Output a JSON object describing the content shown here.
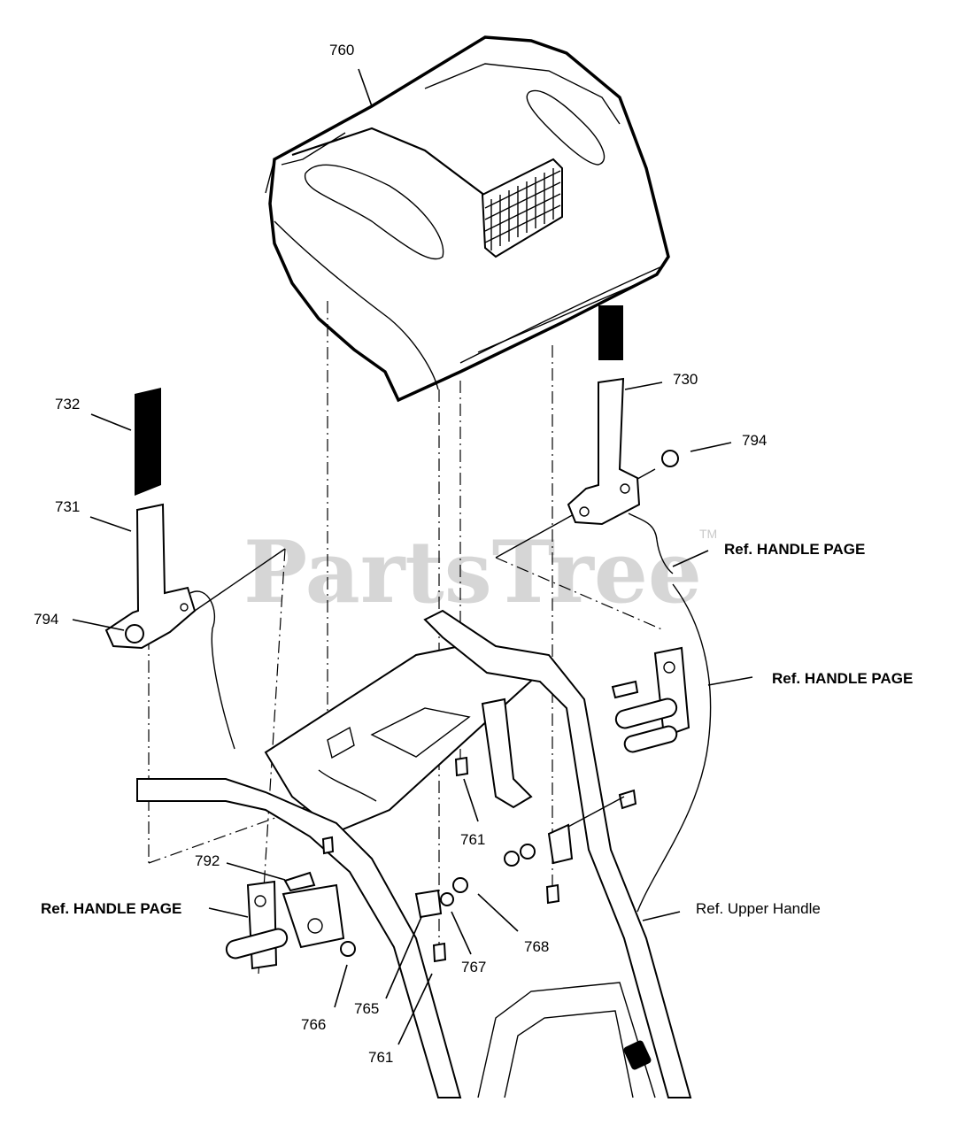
{
  "watermark": {
    "text": "PartsTree",
    "trademark": "TM"
  },
  "part_labels": {
    "l760": "760",
    "l732": "732",
    "l730": "730",
    "l794a": "794",
    "l731": "731",
    "l794b": "794",
    "l761a": "761",
    "l792": "792",
    "l767": "767",
    "l768": "768",
    "l765": "765",
    "l766": "766",
    "l761b": "761"
  },
  "references": {
    "handle_page_1": "Ref. HANDLE PAGE",
    "handle_page_2": "Ref. HANDLE PAGE",
    "handle_page_3": "Ref. HANDLE PAGE",
    "upper_handle": "Ref. Upper Handle"
  }
}
